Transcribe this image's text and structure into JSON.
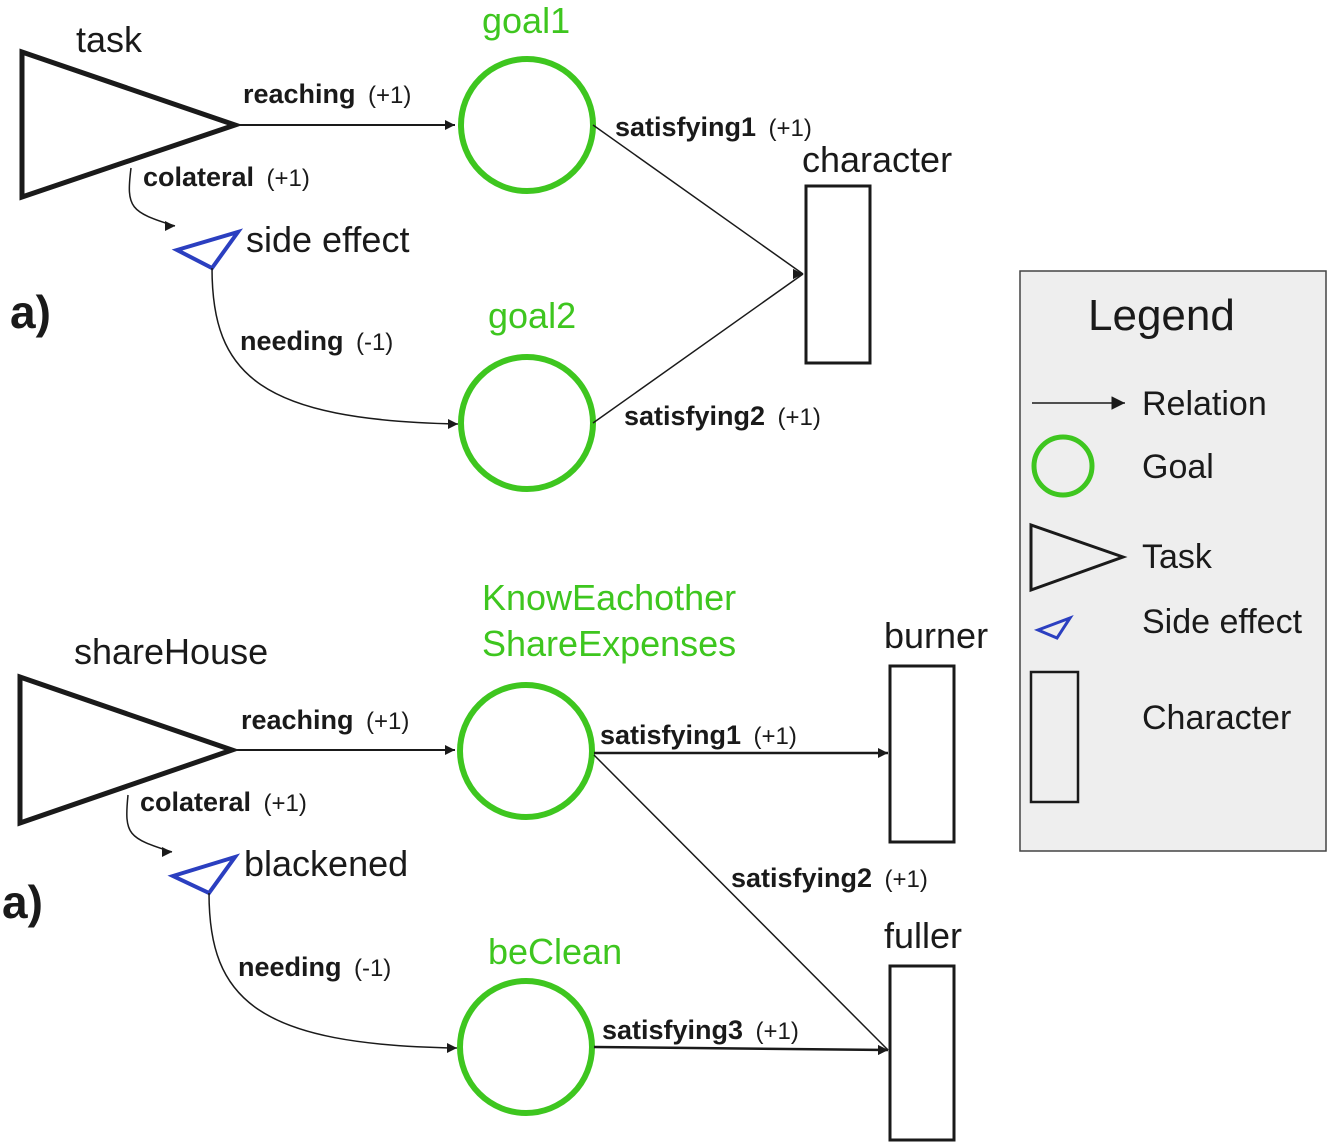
{
  "diagram_a": {
    "part_label": "a)",
    "task": "task",
    "goal1": "goal1",
    "goal2": "goal2",
    "side_effect": "side effect",
    "character": "character",
    "reaching": {
      "name": "reaching",
      "weight": "(+1)"
    },
    "colateral": {
      "name": "colateral",
      "weight": "(+1)"
    },
    "needing": {
      "name": "needing",
      "weight": "(-1)"
    },
    "satisfying1": {
      "name": "satisfying1",
      "weight": "(+1)"
    },
    "satisfying2": {
      "name": "satisfying2",
      "weight": "(+1)"
    }
  },
  "diagram_b": {
    "part_label": "a)",
    "task": "shareHouse",
    "goal_top_line1": "KnowEachother",
    "goal_top_line2": "ShareExpenses",
    "goal_bottom": "beClean",
    "side_effect": "blackened",
    "character_top": "burner",
    "character_bottom": "fuller",
    "reaching": {
      "name": "reaching",
      "weight": "(+1)"
    },
    "colateral": {
      "name": "colateral",
      "weight": "(+1)"
    },
    "needing": {
      "name": "needing",
      "weight": "(-1)"
    },
    "satisfying1": {
      "name": "satisfying1",
      "weight": "(+1)"
    },
    "satisfying2": {
      "name": "satisfying2",
      "weight": "(+1)"
    },
    "satisfying3": {
      "name": "satisfying3",
      "weight": "(+1)"
    }
  },
  "legend": {
    "title": "Legend",
    "relation": "Relation",
    "goal": "Goal",
    "task": "Task",
    "side_effect": "Side effect",
    "character": "Character"
  },
  "colors": {
    "goal": "#3ec61f",
    "side_effect": "#2b3fc0",
    "outline": "#1a1a1a",
    "legend_bg": "#eeeeee"
  }
}
